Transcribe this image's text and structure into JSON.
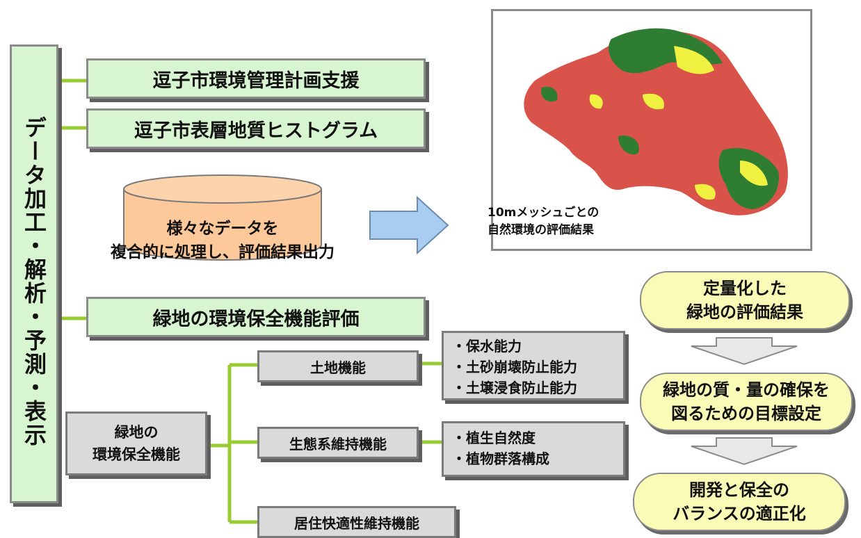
{
  "left_bar": {
    "label": "データ加工・解析・予測・表示"
  },
  "top_boxes": [
    {
      "label": "逗子市環境管理計画支援"
    },
    {
      "label": "逗子市表層地質ヒストグラム"
    }
  ],
  "database": {
    "line1": "様々なデータを",
    "line2": "複合的に処理し、評価結果出力"
  },
  "map_panel": {
    "caption_line1": "10mメッシュごとの",
    "caption_line2": "自然環境の評価結果"
  },
  "green_box_3": {
    "label": "緑地の環境保全機能評価"
  },
  "root_box": {
    "line1": "緑地の",
    "line2": "環境保全機能"
  },
  "functions": [
    {
      "label": "土地機能",
      "details": [
        "・保水能力",
        "・土砂崩壊防止能力",
        "・土壌浸食防止能力"
      ]
    },
    {
      "label": "生態系維持機能",
      "details": [
        "・植生自然度",
        "・植物群落構成"
      ]
    },
    {
      "label": "居住快適性維持機能"
    }
  ],
  "flow_steps": [
    {
      "line1": "定量化した",
      "line2": "緑地の評価結果"
    },
    {
      "line1": "緑地の質・量の確保を",
      "line2": "図るための目標設定"
    },
    {
      "line1": "開発と保全の",
      "line2": "バランスの適正化"
    }
  ],
  "colors": {
    "connector": "#99cc33",
    "green_box_fill": "#d6f5d0",
    "gray_box_fill": "#dadada",
    "yellow_fill": "#fbfbb8",
    "cylinder_fill": "#fdc89a",
    "arrow_fill": "#a8cdf0",
    "map_red": "#d9534a",
    "map_green": "#2e7d32",
    "map_yellow": "#f0f040"
  }
}
